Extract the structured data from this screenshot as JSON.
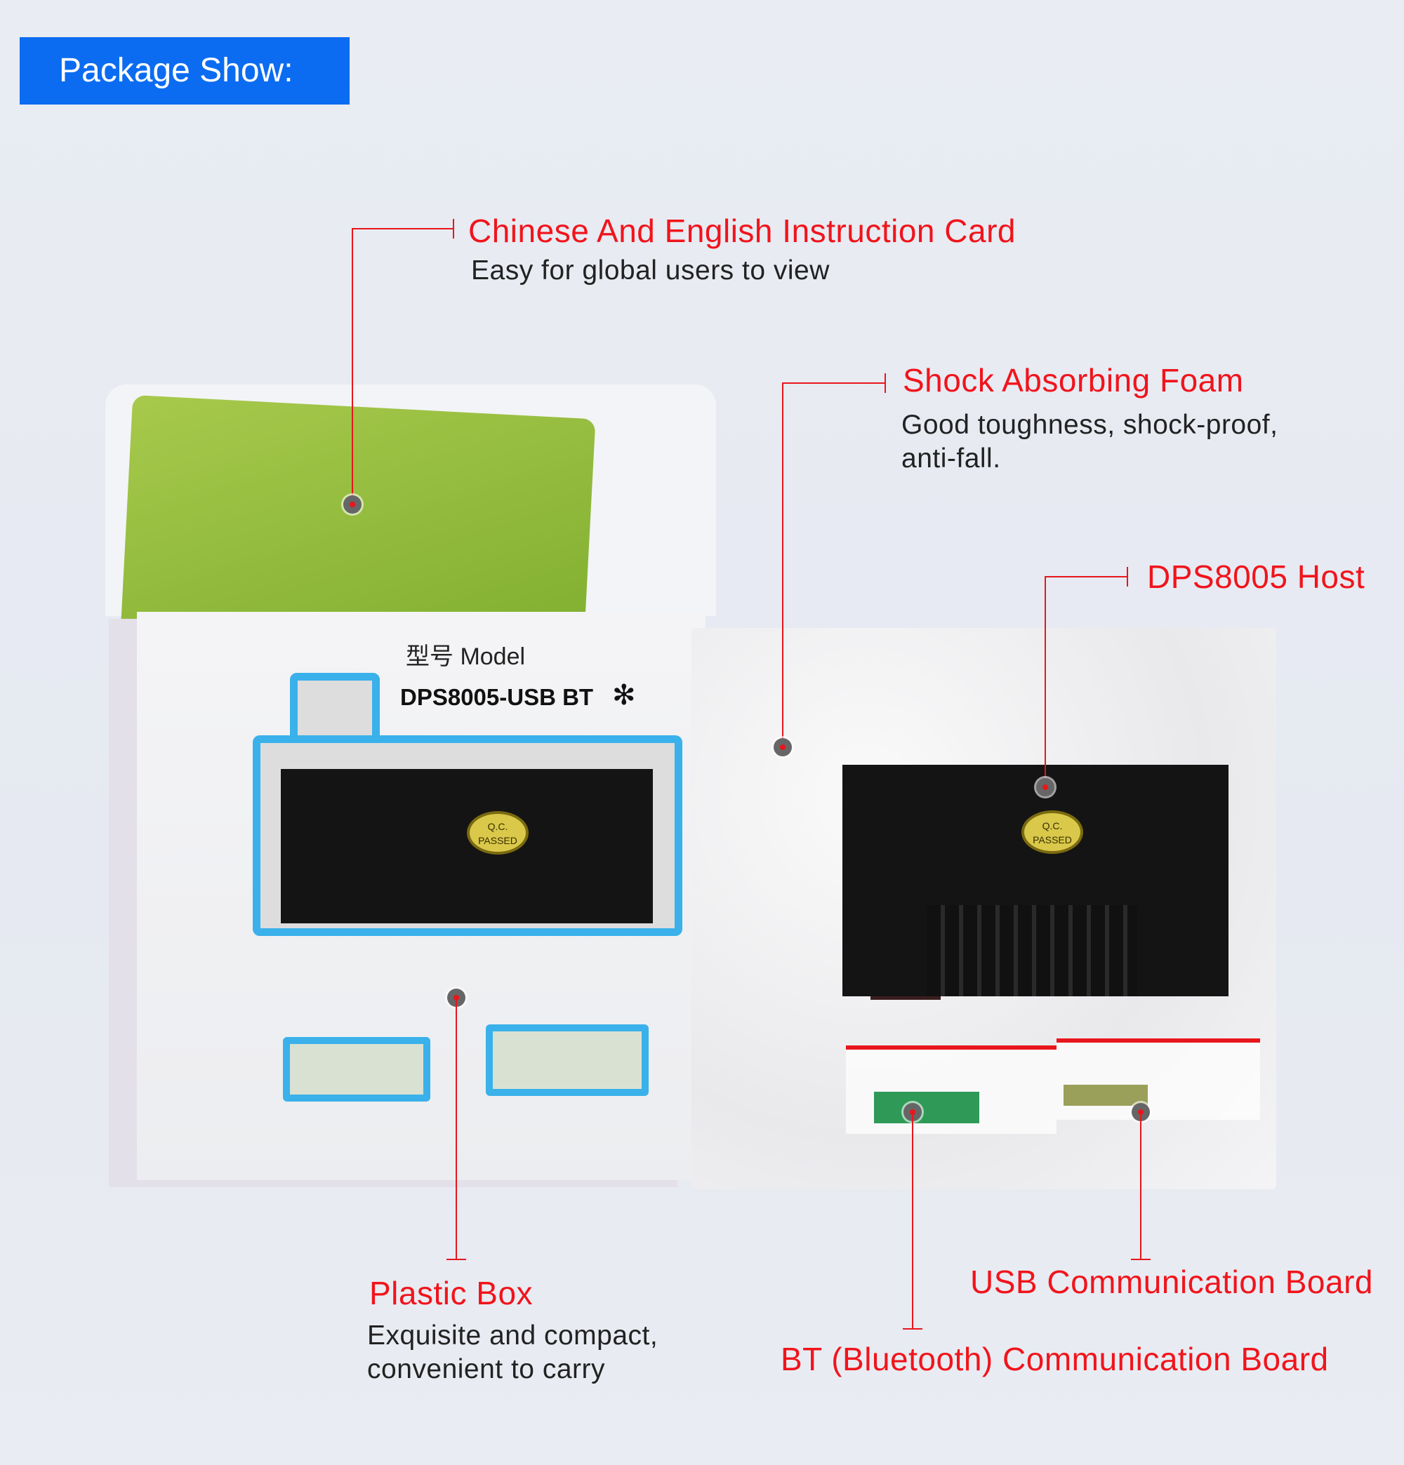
{
  "header": {
    "title": "Package Show:"
  },
  "product": {
    "box_model_label": "型号 Model",
    "box_sku": "DPS8005-USB  BT",
    "qc_label": "Q.C. PASSED"
  },
  "callouts": {
    "instruction_card": {
      "title": "Chinese And English Instruction Card",
      "lines": [
        "Easy for global users to view"
      ]
    },
    "foam": {
      "title": "Shock Absorbing Foam",
      "lines": [
        "Good toughness, shock-proof,",
        "anti-fall."
      ]
    },
    "host": {
      "title": "DPS8005 Host"
    },
    "plastic_box": {
      "title": "Plastic Box",
      "lines": [
        "Exquisite and compact,",
        "convenient to carry"
      ]
    },
    "usb_board": {
      "title": "USB Communication Board"
    },
    "bt_board": {
      "title": "BT (Bluetooth) Communication Board"
    }
  },
  "colors": {
    "accent": "#0b6cf2",
    "callout": "#f1141c",
    "window_outline": "#3ab1ea"
  }
}
